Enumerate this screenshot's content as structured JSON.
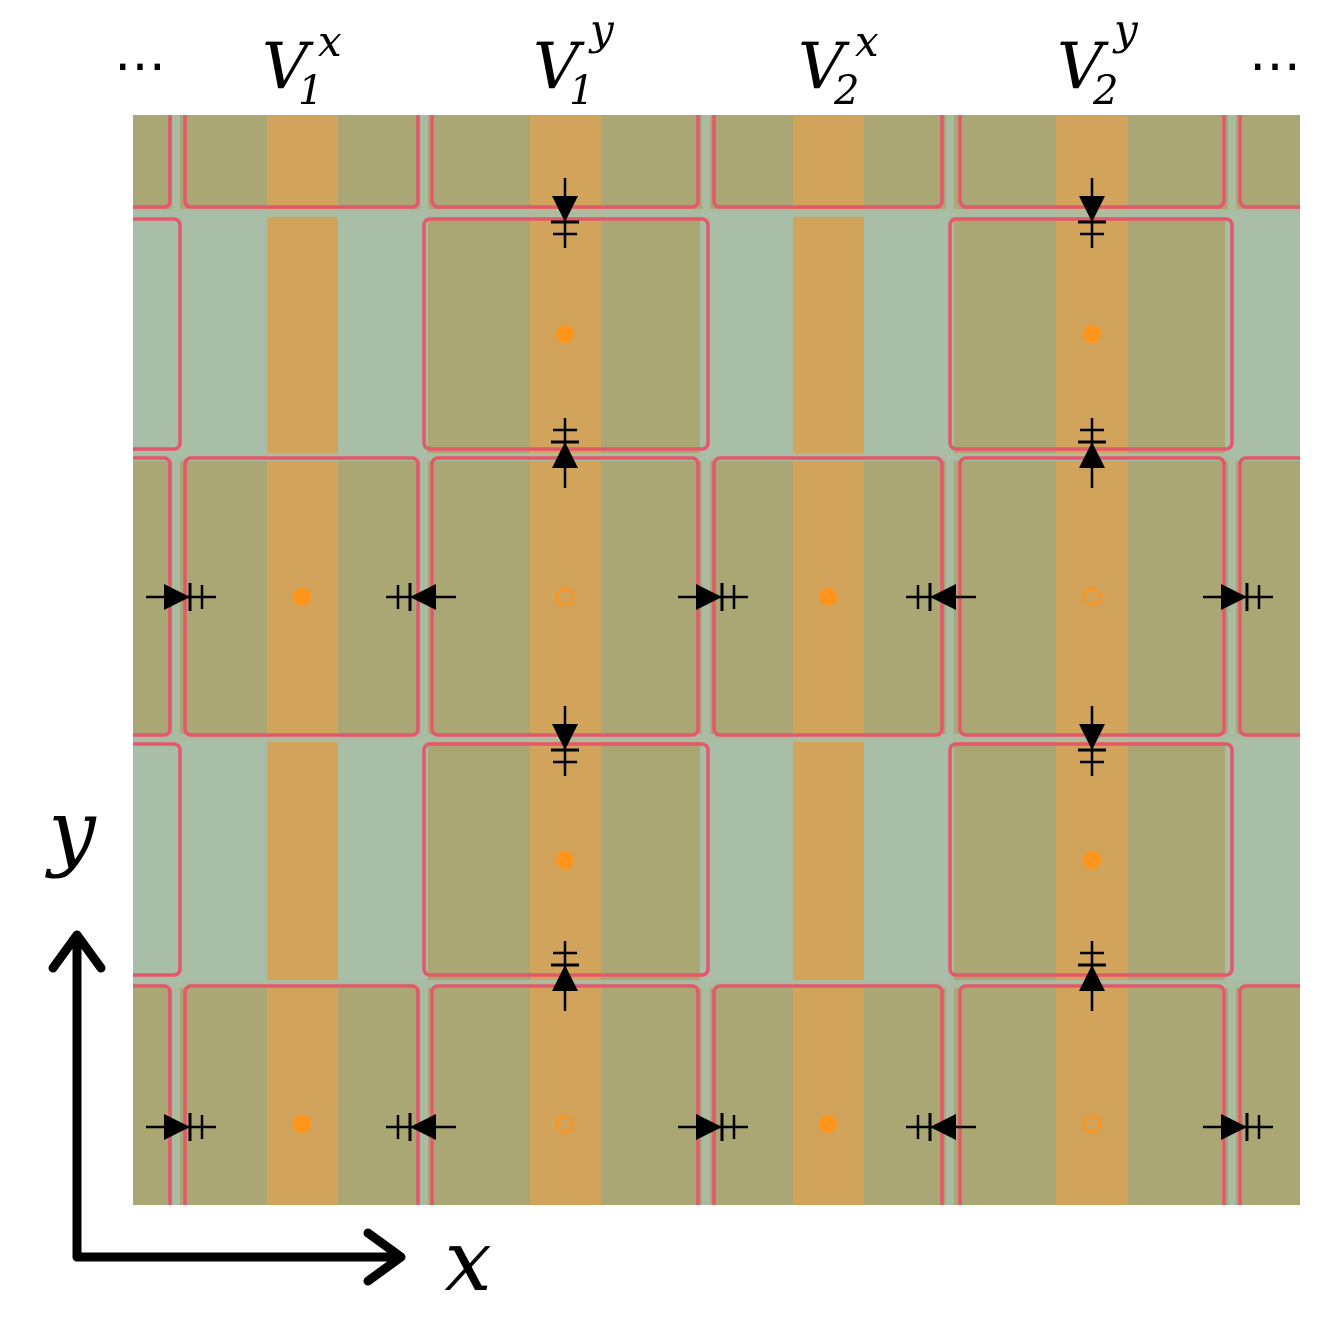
{
  "colors": {
    "olive": "#ABA774",
    "sage": "#A9BEA6",
    "orange_band": "#D1A35B",
    "cell_border": "#E5576B",
    "dot": "#FF961B",
    "arrow": "#000000"
  },
  "labels": {
    "ellipsis_left": "…",
    "ellipsis_right": "…",
    "gates": [
      {
        "base": "V",
        "sub": "1",
        "sup": "x"
      },
      {
        "base": "V",
        "sub": "1",
        "sup": "y"
      },
      {
        "base": "V",
        "sub": "2",
        "sup": "x"
      },
      {
        "base": "V",
        "sub": "2",
        "sup": "y"
      }
    ],
    "axis_x": "x",
    "axis_y": "y"
  }
}
